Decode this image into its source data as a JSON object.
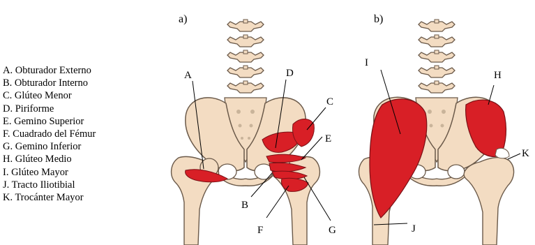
{
  "legend": [
    "A. Obturador Externo",
    "B. Obturador Interno",
    "C. Glúteo Menor",
    "D. Piriforme",
    "E. Gemino Superior",
    "F. Cuadrado del Fémur",
    "G. Gemino Inferior",
    "H. Glúteo Medio",
    "I. Glúteo Mayor",
    "J. Tracto Iliotibial",
    "K. Trocánter Mayor"
  ],
  "panels": {
    "a": "a)",
    "b": "b)"
  },
  "labels": {
    "A": "A",
    "B": "B",
    "C": "C",
    "D": "D",
    "E": "E",
    "F": "F",
    "G": "G",
    "H": "H",
    "I": "I",
    "J": "J",
    "K": "K"
  },
  "colors": {
    "bone": "#f3dcc2",
    "outline": "#6b5a4a",
    "muscle": "#d81f26",
    "muscle_outline": "#7a1015"
  }
}
